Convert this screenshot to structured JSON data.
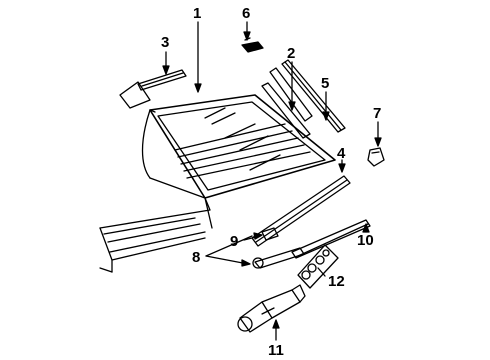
{
  "colors": {
    "ink": "#000000",
    "paper": "#ffffff"
  },
  "callouts": [
    {
      "id": "1",
      "label": "1"
    },
    {
      "id": "2",
      "label": "2"
    },
    {
      "id": "3",
      "label": "3"
    },
    {
      "id": "4",
      "label": "4"
    },
    {
      "id": "5",
      "label": "5"
    },
    {
      "id": "6",
      "label": "6"
    },
    {
      "id": "7",
      "label": "7"
    },
    {
      "id": "8",
      "label": "8"
    },
    {
      "id": "9",
      "label": "9"
    },
    {
      "id": "10",
      "label": "10"
    },
    {
      "id": "11",
      "label": "11"
    },
    {
      "id": "12",
      "label": "12"
    }
  ]
}
